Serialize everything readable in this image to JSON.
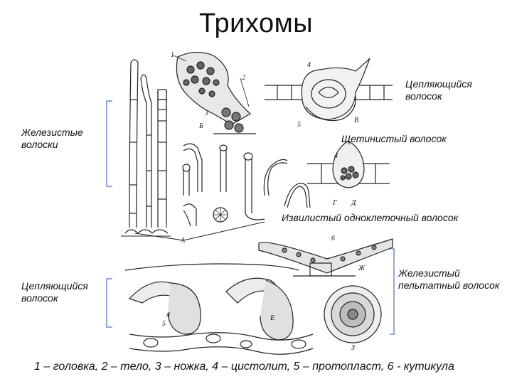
{
  "title": "Трихомы",
  "labels": {
    "clinging_top": "Цепляющийся волосок",
    "glandular_hairs": "Железистые волоски",
    "bristly_hair": "Щетинистый волосок",
    "sinuous_hair": "Извилистый одноклеточный волосок",
    "clinging_bottom": "Цепляющийся волосок",
    "peltate_hair": "Железистый пельтатный волосок"
  },
  "figure_letters": {
    "A": "А",
    "B": "Б",
    "V": "В",
    "G": "Г",
    "D": "Д",
    "E": "Е",
    "Zh": "Ж",
    "Z": "З"
  },
  "figure_numbers": {
    "n1": "1",
    "n2": "2",
    "n3": "3",
    "n4a": "4",
    "n5a": "5",
    "n4b": "4",
    "n4c": "4",
    "n5b": "5",
    "n6": "6"
  },
  "caption": "1 – головка, 2 – тело, 3 – ножка, 4 – цистолит, 5 – протопласт, 6 - кутикула"
}
